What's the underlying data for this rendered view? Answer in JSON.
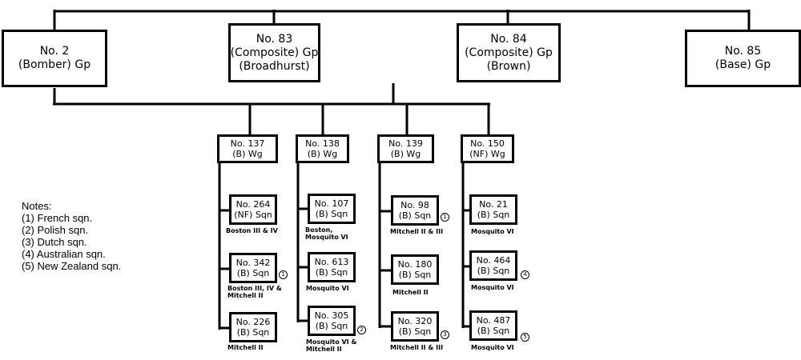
{
  "groups": [
    {
      "lines": [
        "No. 2",
        "(Bomber) Gp"
      ]
    },
    {
      "lines": [
        "No. 83",
        "(Composite) Gp",
        "(Broadhurst)"
      ]
    },
    {
      "lines": [
        "No. 84",
        "(Composite) Gp",
        "(Brown)"
      ]
    },
    {
      "lines": [
        "No. 85",
        "(Base) Gp"
      ]
    }
  ],
  "wings": [
    {
      "lines": [
        "No. 137",
        "(B) Wg"
      ]
    },
    {
      "lines": [
        "No. 138",
        "(B) Wg"
      ]
    },
    {
      "lines": [
        "No. 139",
        "(B) Wg"
      ]
    },
    {
      "lines": [
        "No. 150",
        "(NF) Wg"
      ]
    }
  ],
  "squadrons": [
    {
      "lines": [
        "No. 264",
        "(NF) Sqn"
      ],
      "aircraft": [
        "Boston III & IV"
      ],
      "note": ""
    },
    {
      "lines": [
        "No. 342",
        "(B) Sqn"
      ],
      "aircraft": [
        "Boston III, IV &",
        "Mitchell II"
      ],
      "note": "1"
    },
    {
      "lines": [
        "No. 226",
        "(B) Sqn"
      ],
      "aircraft": [
        "Mitchell II"
      ],
      "note": ""
    },
    {
      "lines": [
        "No. 107",
        "(B) Sqn"
      ],
      "aircraft": [
        "Boston,",
        "Mosquito VI"
      ],
      "note": ""
    },
    {
      "lines": [
        "No. 613",
        "(B) Sqn"
      ],
      "aircraft": [
        "Mosquito VI"
      ],
      "note": ""
    },
    {
      "lines": [
        "No. 305",
        "(B) Sqn"
      ],
      "aircraft": [
        "Mosquito VI &",
        "Mitchell II"
      ],
      "note": "2"
    },
    {
      "lines": [
        "No. 98",
        "(B) Sqn"
      ],
      "aircraft": [
        "Mitchell II & III"
      ],
      "note": "1"
    },
    {
      "lines": [
        "No. 180",
        "(B) Sqn"
      ],
      "aircraft": [
        "Mitchell II"
      ],
      "note": ""
    },
    {
      "lines": [
        "No. 320",
        "(B) Sqn"
      ],
      "aircraft": [
        "Mitchell II & III"
      ],
      "note": "3"
    },
    {
      "lines": [
        "No. 21",
        "(B) Sqn"
      ],
      "aircraft": [
        "Mosquito VI"
      ],
      "note": ""
    },
    {
      "lines": [
        "No. 464",
        "(B) Sqn"
      ],
      "aircraft": [
        "Mosquito VI"
      ],
      "note": "4"
    },
    {
      "lines": [
        "No. 487",
        "(B) Sqn"
      ],
      "aircraft": [
        "Mosquito VI"
      ],
      "note": "5"
    }
  ],
  "notes": [
    "Notes:",
    "(1) French sqn.",
    "(2) Polish sqn.",
    "(3) Dutch sqn.",
    "(4) Australian sqn.",
    "(5) New Zealand sqn."
  ]
}
